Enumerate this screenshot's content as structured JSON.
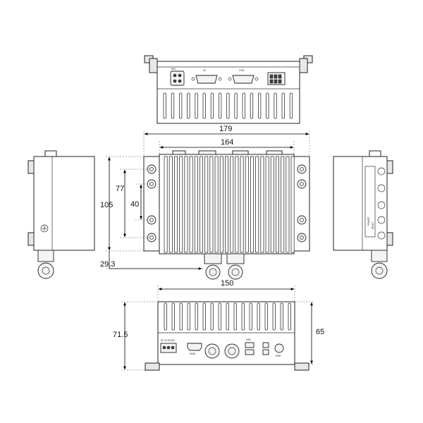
{
  "dimensions": {
    "overall_width": "179",
    "body_width": "164",
    "height_105": "105",
    "height_77": "77",
    "height_40": "40",
    "depth_29_3": "29.3",
    "front_width": "150",
    "front_height_71_5": "71.5",
    "front_height_65": "65"
  },
  "labels": {
    "top_port_a": "SIM",
    "top_port_b": "I/O",
    "top_port_c": "COM",
    "front_power": "DC IN 9V-36V",
    "front_hdmi": "HDMI",
    "front_usb": "USB",
    "front_pwr": "PWR",
    "side_power": "POWER",
    "side_reset": "RESET"
  }
}
